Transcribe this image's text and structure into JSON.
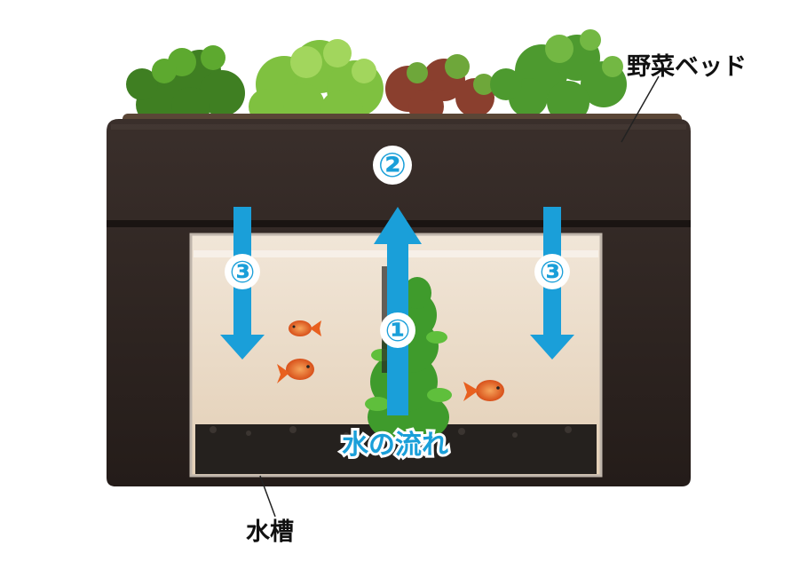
{
  "labels": {
    "bed": "野菜ベッド",
    "tank": "水槽",
    "flow": "水の流れ"
  },
  "steps": {
    "rise": "①",
    "spread": "②",
    "fall_left": "③",
    "fall_right": "③"
  },
  "colors": {
    "frame": "#2d2320",
    "water": "#e8d7c1",
    "arrow": "#1a9fd9",
    "gravel": "#25211e",
    "leaf": "#4f9a2a",
    "fish": "#e8601f"
  },
  "icons": {
    "arrow_up": "arrow-up-icon",
    "arrow_down": "arrow-down-icon"
  }
}
